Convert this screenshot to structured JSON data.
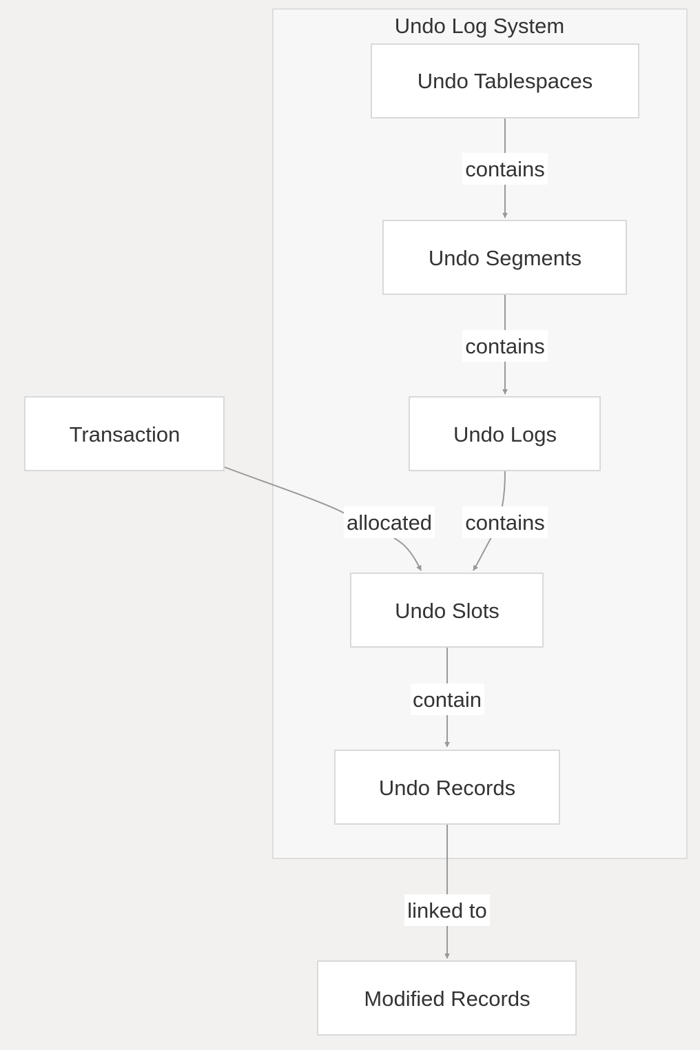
{
  "cluster": {
    "title": "Undo Log System"
  },
  "nodes": {
    "undo_tablespaces": "Undo Tablespaces",
    "undo_segments": "Undo Segments",
    "undo_logs": "Undo Logs",
    "transaction": "Transaction",
    "undo_slots": "Undo Slots",
    "undo_records": "Undo Records",
    "modified_records": "Modified Records"
  },
  "edges": {
    "tablespaces_to_segments": "contains",
    "segments_to_logs": "contains",
    "logs_to_slots": "contains",
    "transaction_to_slots": "allocated",
    "slots_to_records": "contain",
    "records_to_modified": "linked to"
  },
  "colors": {
    "background": "#f2f1f0",
    "cluster_fill": "#f7f7f7",
    "node_fill": "#ffffff",
    "edge": "#999999",
    "text": "#333333"
  }
}
